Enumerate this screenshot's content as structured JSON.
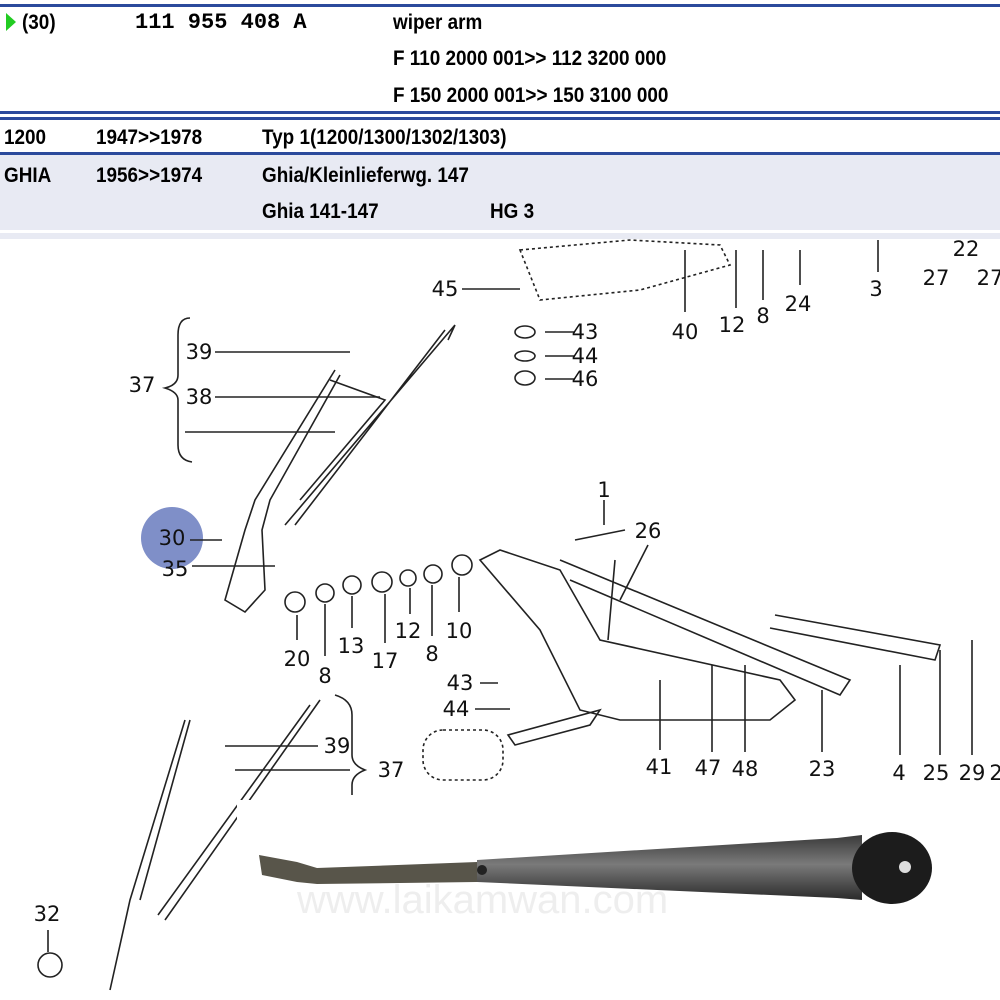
{
  "part": {
    "position": "(30)",
    "number": "111 955 408 A",
    "name": "wiper arm",
    "chassis_ranges": [
      "F 110 2000 001>> 112 3200 000",
      "F 150 2000 001>> 150 3100 000"
    ]
  },
  "models": [
    {
      "code": "1200",
      "years": "1947>>1978",
      "desc": "Typ 1(1200/1300/1302/1303)"
    },
    {
      "code": "GHIA",
      "years": "1956>>1974",
      "desc": "Ghia/Kleinlieferwg. 147",
      "sub": "Ghia 141-147",
      "group": "HG 3"
    }
  ],
  "diagram": {
    "labels": [
      "45",
      "43",
      "44",
      "46",
      "40",
      "12",
      "8",
      "24",
      "3",
      "22",
      "27",
      "27",
      "39",
      "37",
      "38",
      "1",
      "26",
      "30",
      "35",
      "20",
      "8",
      "13",
      "17",
      "12",
      "8",
      "10",
      "43",
      "44",
      "41",
      "47",
      "48",
      "23",
      "4",
      "25",
      "29",
      "2",
      "39",
      "37",
      "32"
    ],
    "highlight_color": "#7f8fc8"
  },
  "photo": {
    "watermark": "www.laikamwan.com"
  },
  "colors": {
    "rule": "#2b4a9c",
    "band": "#e8eaf3",
    "arrow": "#22cc22"
  }
}
